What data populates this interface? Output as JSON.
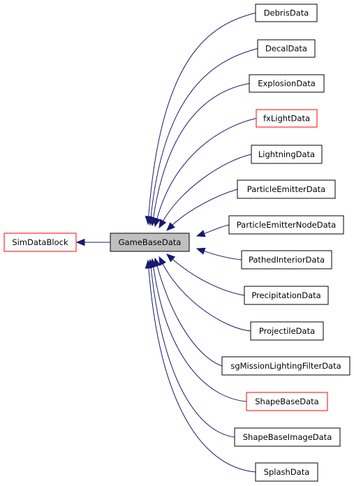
{
  "diagram": {
    "base": {
      "label": "SimDataBlock",
      "border": "#ff0000"
    },
    "focus": {
      "label": "GameBaseData",
      "fill": "#bfbfbf"
    },
    "edge_color": "#191970",
    "children": [
      {
        "label": "DebrisData",
        "border": "#000000"
      },
      {
        "label": "DecalData",
        "border": "#000000"
      },
      {
        "label": "ExplosionData",
        "border": "#000000"
      },
      {
        "label": "fxLightData",
        "border": "#ff0000"
      },
      {
        "label": "LightningData",
        "border": "#000000"
      },
      {
        "label": "ParticleEmitterData",
        "border": "#000000"
      },
      {
        "label": "ParticleEmitterNodeData",
        "border": "#000000"
      },
      {
        "label": "PathedInteriorData",
        "border": "#000000"
      },
      {
        "label": "PrecipitationData",
        "border": "#000000"
      },
      {
        "label": "ProjectileData",
        "border": "#000000"
      },
      {
        "label": "sgMissionLightingFilterData",
        "border": "#000000"
      },
      {
        "label": "ShapeBaseData",
        "border": "#ff0000"
      },
      {
        "label": "ShapeBaseImageData",
        "border": "#000000"
      },
      {
        "label": "SplashData",
        "border": "#000000"
      }
    ]
  }
}
